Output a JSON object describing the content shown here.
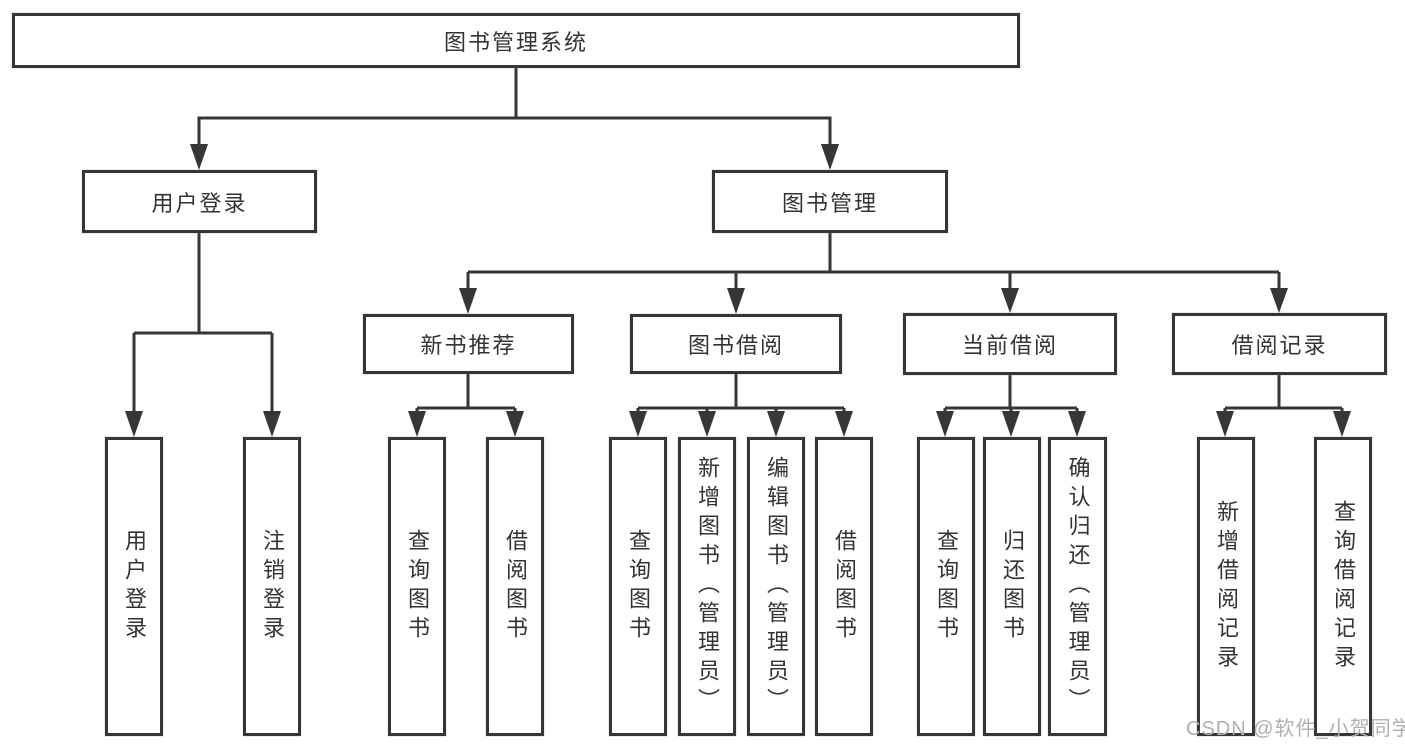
{
  "diagram": {
    "title": "图书管理系统",
    "root": {
      "label": "图书管理系统"
    },
    "level2": {
      "user_login": {
        "label": "用户登录"
      },
      "book_management": {
        "label": "图书管理"
      }
    },
    "level3": {
      "new_book_recommend": {
        "label": "新书推荐"
      },
      "book_borrow": {
        "label": "图书借阅"
      },
      "current_borrow": {
        "label": "当前借阅"
      },
      "borrow_record": {
        "label": "借阅记录"
      }
    },
    "leaves": {
      "user_login": [
        "用户登录",
        "注销登录"
      ],
      "new_book_recommend": [
        "查询图书",
        "借阅图书"
      ],
      "book_borrow": [
        "查询图书",
        "新增图书（管理员）",
        "编辑图书（管理员）",
        "借阅图书"
      ],
      "current_borrow": [
        "查询图书",
        "归还图书",
        "确认归还（管理员）"
      ],
      "borrow_record": [
        "新增借阅记录",
        "查询借阅记录"
      ]
    },
    "edges": [
      "图书管理系统->用户登录",
      "图书管理系统->图书管理",
      "用户登录->用户登录",
      "用户登录->注销登录",
      "图书管理->新书推荐",
      "图书管理->图书借阅",
      "图书管理->当前借阅",
      "图书管理->借阅记录",
      "新书推荐->查询图书",
      "新书推荐->借阅图书",
      "图书借阅->查询图书",
      "图书借阅->新增图书（管理员）",
      "图书借阅->编辑图书（管理员）",
      "图书借阅->借阅图书",
      "当前借阅->查询图书",
      "当前借阅->归还图书",
      "当前借阅->确认归还（管理员）",
      "借阅记录->新增借阅记录",
      "借阅记录->查询借阅记录"
    ],
    "watermark": "CSDN @软件_小贺同学",
    "colors": {
      "line": "#363636",
      "text": "#333333",
      "node_fill": "#ffffff",
      "watermark": "#b0b0b0",
      "background": "#ffffff"
    }
  }
}
